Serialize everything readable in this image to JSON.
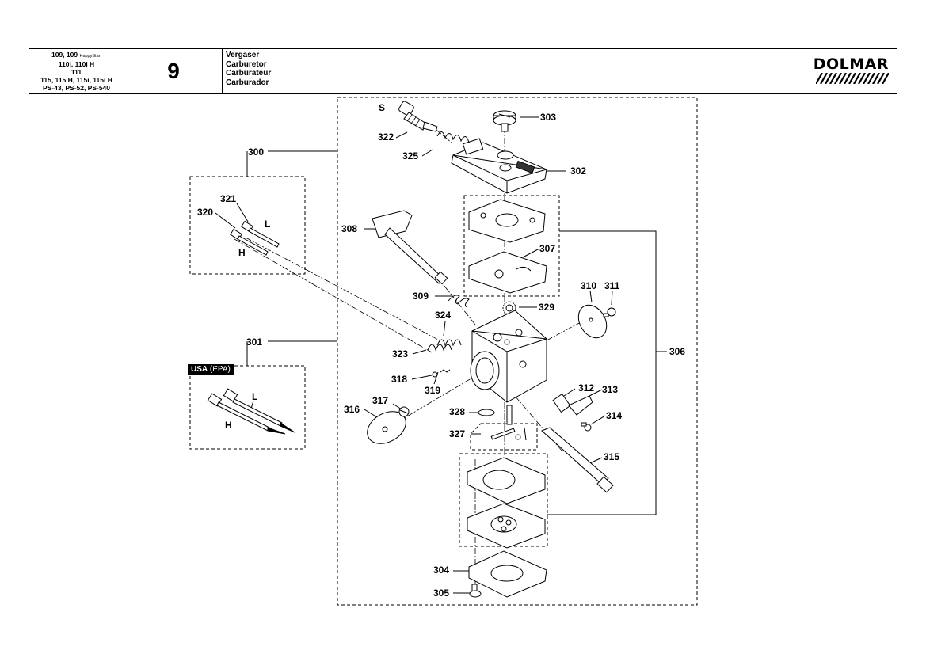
{
  "header": {
    "models": {
      "line1_main": "109, 109",
      "line1_small": "HappyStart",
      "line2": "110i, 110i H",
      "line3": "111",
      "line4": "115, 115 H, 115i, 115i H",
      "line5": "PS-43, PS-52, PS-540"
    },
    "section_number": "9",
    "titles": [
      "Vergaser",
      "Carburetor",
      "Carburateur",
      "Carburador"
    ],
    "brand": "DOLMAR"
  },
  "epa_badge": {
    "strong": "USA",
    "rest": " (EPA)"
  },
  "parts": {
    "p300": "300",
    "p301": "301",
    "p302": "302",
    "p303": "303",
    "p304": "304",
    "p305": "305",
    "p306": "306",
    "p307": "307",
    "p308": "308",
    "p309": "309",
    "p310": "310",
    "p311": "311",
    "p312": "312",
    "p313": "313",
    "p314": "314",
    "p315": "315",
    "p316": "316",
    "p317": "317",
    "p318": "318",
    "p319": "319",
    "p320": "320",
    "p321": "321",
    "p322": "322",
    "p323": "323",
    "p324": "324",
    "p325": "325",
    "p327": "327",
    "p328": "328",
    "p329": "329"
  },
  "letters": {
    "s": "S",
    "l1": "L",
    "h1": "H",
    "l2": "L",
    "h2": "H"
  }
}
